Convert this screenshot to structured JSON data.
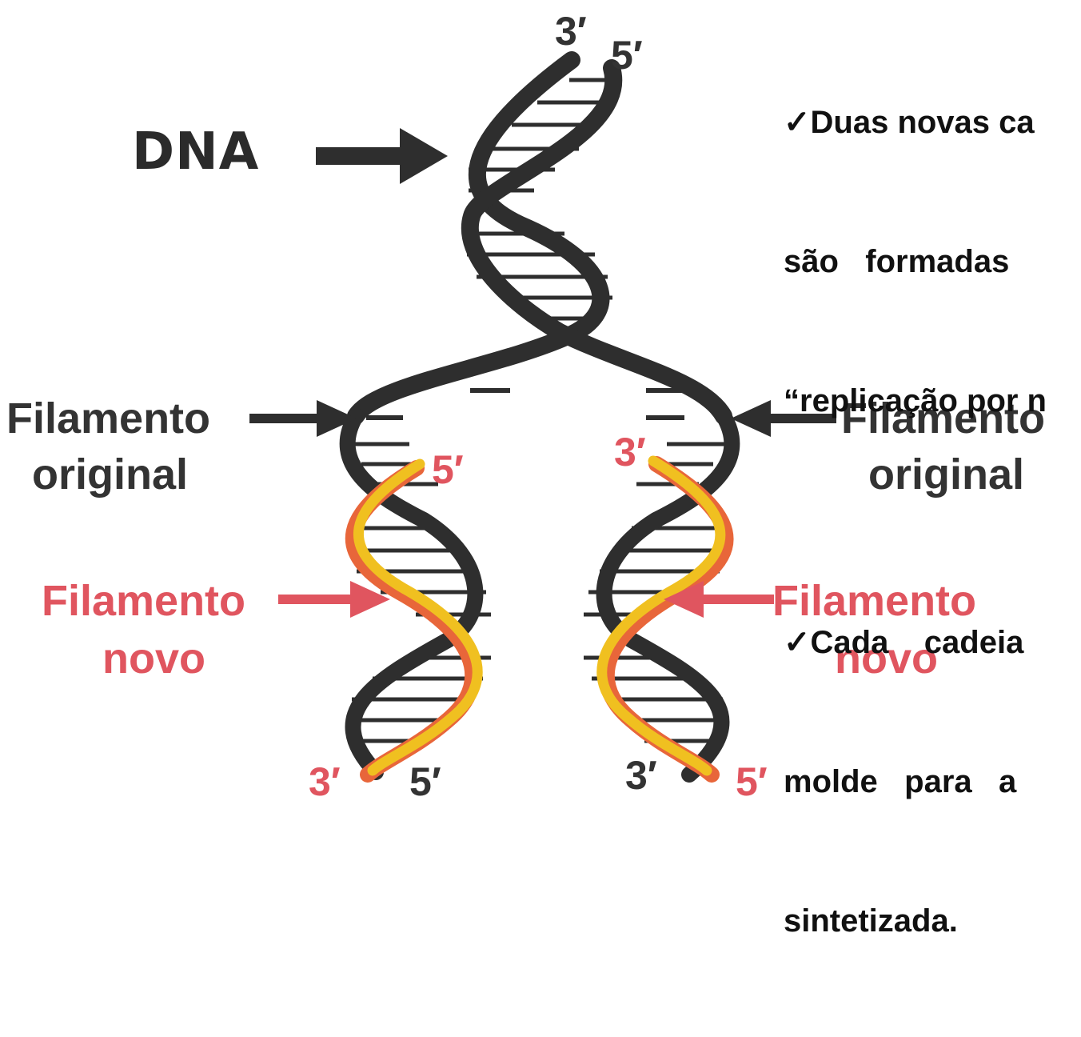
{
  "labels": {
    "dna": "DNA",
    "left_original": [
      "Filamento",
      "original"
    ],
    "right_original": [
      "Filamento",
      "original"
    ],
    "left_new": [
      "Filamento",
      "novo"
    ],
    "right_new": [
      "Filamento",
      "novo"
    ]
  },
  "ends": {
    "top_left": "3′",
    "top_right": "5′",
    "left_new_top": "5′",
    "right_new_top": "3′",
    "bottom_left_new": "3′",
    "bottom_left_orig": "5′",
    "bottom_right_orig": "3′",
    "bottom_right_new": "5′"
  },
  "text_panel": {
    "bullet1_lines": [
      "✓Duas novas ca",
      "são   formadas",
      "“replicação por n"
    ],
    "bullet2_lines": [
      "✓Cada    cadeia",
      "molde   para   a",
      "sintetizada."
    ]
  },
  "colors": {
    "original_strand": "#2e2e2e",
    "new_strand": "#f0c020",
    "new_strand_shadow": "#e8663a",
    "new_label": "#e0555f",
    "arrow_black": "#2e2e2e",
    "arrow_red": "#e0555f"
  }
}
